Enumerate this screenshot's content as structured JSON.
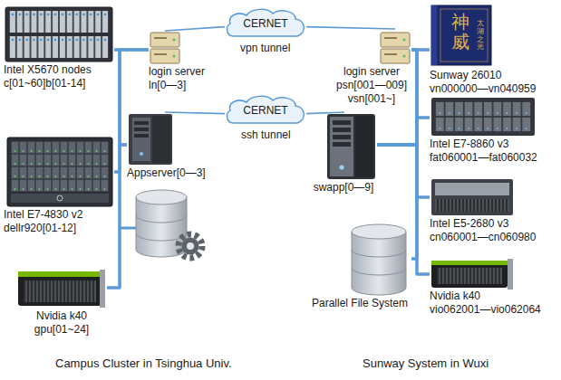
{
  "diagram": {
    "nodes": [
      {
        "text": [
          "Intel X5670 nodes",
          "c[01~60]b[01-14]"
        ]
      },
      {
        "text": [
          "login server",
          "ln[0—3]"
        ]
      },
      {
        "text": [
          "CERNET"
        ]
      },
      {
        "text": [
          "login server",
          "psn[001—009]",
          "vsn[001~]"
        ]
      },
      {
        "text": [
          "Sunway 26010",
          "vn000000—vn040959"
        ]
      },
      {
        "text": [
          "Appserver[0—3]"
        ]
      },
      {
        "text": [
          "CERNET"
        ]
      },
      {
        "text": [
          "swapp[0—9]"
        ]
      },
      {
        "text": [
          "Intel E7-8860 v3",
          "fat060001—fat060032"
        ]
      },
      {
        "text": [
          "Intel E7-4830 v2",
          "dellr920[01-12]"
        ]
      },
      {
        "text": [
          "Intel E5-2680 v3",
          "cn060001—cn060980"
        ]
      },
      {
        "text": [
          "Parallel File System"
        ]
      },
      {
        "text": [
          "Nvidia k40",
          "gpu[01~24]"
        ]
      },
      {
        "text": [
          "Nvidia k40",
          "vio062001—vio062064"
        ]
      }
    ],
    "edges": [
      {
        "from": 0,
        "to": 1,
        "arrow": "none"
      },
      {
        "from": 9,
        "to": 1,
        "arrow": "none"
      },
      {
        "from": 12,
        "to": 1,
        "arrow": "none"
      },
      {
        "from": 0,
        "to": 5,
        "arrow": "none"
      },
      {
        "from": 9,
        "to": 5,
        "arrow": "none"
      },
      {
        "from": 12,
        "to": 5,
        "arrow": "none"
      },
      {
        "from": 1,
        "to": 2,
        "arrow": "none"
      },
      {
        "from": 2,
        "to": 3,
        "arrow": "none"
      },
      {
        "from": 5,
        "to": 6,
        "arrow": "none"
      },
      {
        "from": 6,
        "to": 7,
        "arrow": "none"
      },
      {
        "from": 4,
        "to": 3,
        "arrow": "none"
      },
      {
        "from": 8,
        "to": 3,
        "arrow": "none"
      },
      {
        "from": 10,
        "to": 3,
        "arrow": "none"
      },
      {
        "from": 13,
        "to": 3,
        "arrow": "none"
      },
      {
        "from": 11,
        "to": 3,
        "arrow": "none"
      },
      {
        "from": 4,
        "to": 7,
        "arrow": "none"
      },
      {
        "from": 8,
        "to": 7,
        "arrow": "none"
      },
      {
        "from": 10,
        "to": 7,
        "arrow": "none"
      },
      {
        "from": 13,
        "to": 7,
        "arrow": "none"
      },
      {
        "from": 11,
        "to": 7,
        "arrow": "none"
      }
    ],
    "labels": [
      "vpn tunnel",
      "ssh tunnel",
      "神威",
      "太湖之光",
      "Campus Cluster in Tsinghua Univ.",
      "Sunway System in Wuxi"
    ]
  }
}
